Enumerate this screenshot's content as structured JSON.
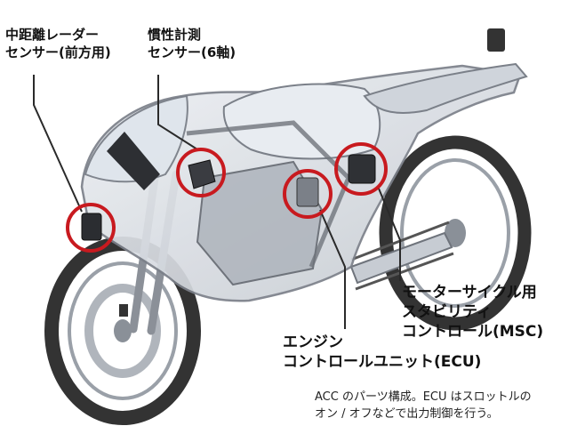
{
  "callouts": [
    {
      "id": "radar",
      "lines": [
        "中距離レーダー",
        "センサー(前方用)"
      ]
    },
    {
      "id": "imu",
      "lines": [
        "慣性計測",
        "センサー(6軸)"
      ]
    },
    {
      "id": "msc",
      "lines": [
        "モーターサイクル用",
        "スタビリティ",
        "コントロール(MSC)"
      ]
    },
    {
      "id": "ecu",
      "lines": [
        "エンジン",
        "コントロールユニット(ECU)"
      ]
    }
  ],
  "caption": [
    "ACC のパーツ構成。ECU はスロットルの",
    "オン / オフなどで出力制御を行う。"
  ],
  "colors": {
    "callout_ring": "#c81a1f",
    "callout_line": "#2a2a2a",
    "body": "#b9bec6",
    "frame": "#6f747c"
  }
}
